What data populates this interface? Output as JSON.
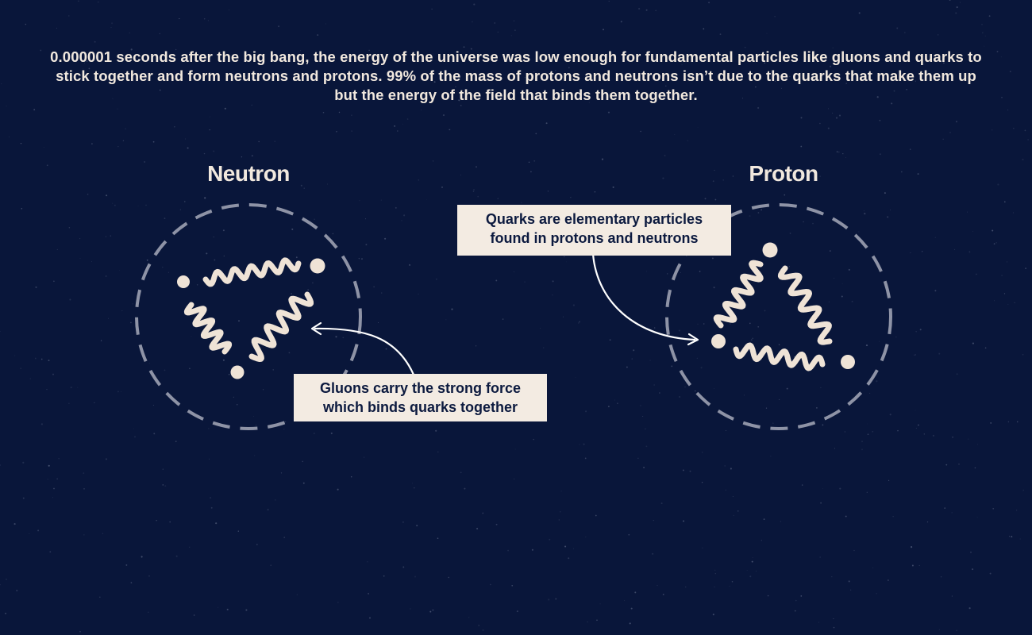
{
  "intro_text": "0.000001 seconds after the big bang, the energy of the universe was low enough for fundamental particles like gluons and quarks to stick together and form neutrons and protons. 99% of the mass of protons and neutrons isn’t due to the quarks that make them up but the energy of the field that binds them together.",
  "particles": [
    {
      "title": "Neutron"
    },
    {
      "title": "Proton"
    }
  ],
  "callouts": {
    "quarks": {
      "line1": "Quarks are elementary particles",
      "line2": "found in protons and neutrons"
    },
    "gluons": {
      "line1": "Gluons carry the strong force",
      "line2": "which binds quarks together"
    }
  },
  "colors": {
    "background": "#09163a",
    "text_light": "#f1e8de",
    "particle": "#efe3d6",
    "dashed_ring": "#8e93a6",
    "callout_bg": "#f3ebe2",
    "callout_text": "#0c1a3f"
  }
}
